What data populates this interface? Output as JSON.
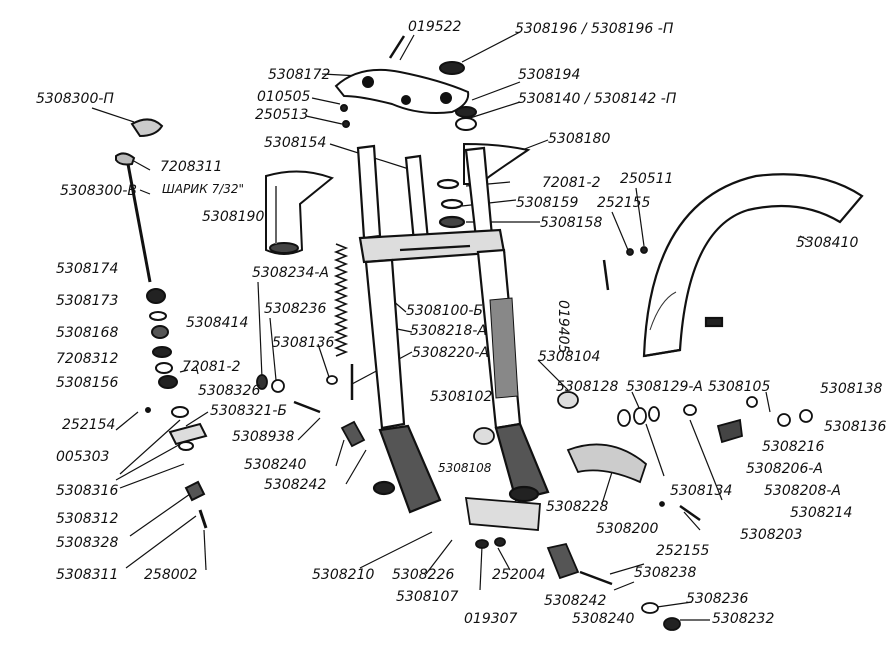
{
  "labels": {
    "p019522": "019522",
    "p5308196": "5308196 / 5308196 -П",
    "p5308172": "5308172",
    "p010505": "010505",
    "p250513": "250513",
    "p5308194": "5308194",
    "p5308140": "5308140 / 5308142 -П",
    "p5308300p": "5308300-П",
    "p5308154": "5308154",
    "p5308180": "5308180",
    "p7208311": "7208311",
    "p_sharik": "ШАРИК 7/32\"",
    "p5308300v": "5308300-В",
    "p5308190": "5308190",
    "p72081_2a": "72081-2",
    "p250511": "250511",
    "p5308159": "5308159",
    "p252155a": "252155",
    "p5308158": "5308158",
    "p5308410": "5308410",
    "p5308174": "5308174",
    "p5308234a": "5308234-А",
    "p5308173": "5308173",
    "p5308236a": "5308236",
    "p019405": "019405",
    "p5308414": "5308414",
    "p5308168": "5308168",
    "p5308100b": "5308100-Б",
    "p5308218a": "5308218-А",
    "p5308136a": "5308136",
    "p7208312": "7208312",
    "p5308220a": "5308220-А",
    "p72081_2b": "72081-2",
    "p5308104": "5308104",
    "p5308156": "5308156",
    "p5308326": "5308326",
    "p5308128": "5308128",
    "p5308129a": "5308129-А",
    "p5308105": "5308105",
    "p5308138": "5308138",
    "p5308321b": "5308321-Б",
    "p5308102": "5308102",
    "p252154": "252154",
    "p5308938": "5308938",
    "p5308136b": "5308136",
    "p5308216": "5308216",
    "p005303": "005303",
    "p5308206a": "5308206-А",
    "p5308240a": "5308240",
    "p5308108": "5308108",
    "p5308134": "5308134",
    "p5308208a": "5308208-А",
    "p5308316": "5308316",
    "p5308242a": "5308242",
    "p5308228": "5308228",
    "p5308214": "5308214",
    "p5308312": "5308312",
    "p5308200": "5308200",
    "p5308203": "5308203",
    "p5308328": "5308328",
    "p252155b": "252155",
    "p5308311": "5308311",
    "p258002": "258002",
    "p5308210": "5308210",
    "p5308226": "5308226",
    "p252004": "252004",
    "p5308238": "5308238",
    "p5308107": "5308107",
    "p5308242b": "5308242",
    "p5308236b": "5308236",
    "p019307": "019307",
    "p5308240b": "5308240",
    "p5308232": "5308232"
  }
}
